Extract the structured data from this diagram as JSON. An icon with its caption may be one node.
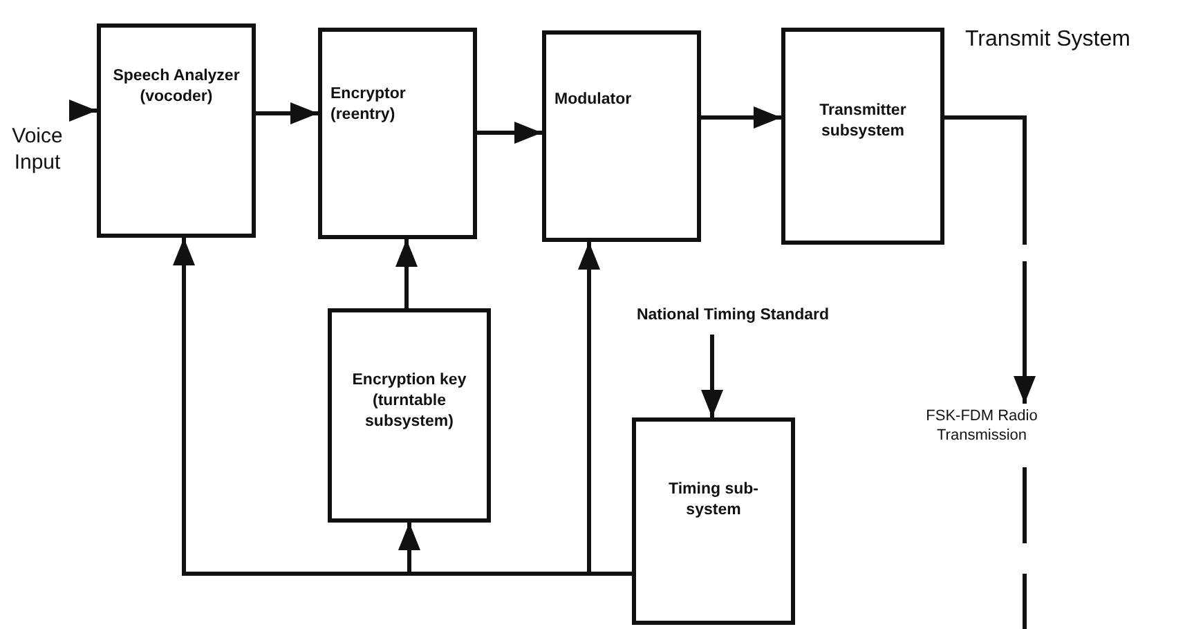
{
  "diagram": {
    "title": "Transmit System",
    "nodes": [
      {
        "text": [
          "Voice Input"
        ]
      },
      {
        "text": [
          "Speech Analyzer (vocoder)"
        ]
      },
      {
        "text": [
          "Encryptor (reentry)"
        ]
      },
      {
        "text": [
          "Modulator"
        ]
      },
      {
        "text": [
          "Transmitter subsystem"
        ]
      },
      {
        "text": [
          "Encryption key (turntable subsystem)"
        ]
      },
      {
        "text": [
          "National Timing Standard"
        ]
      },
      {
        "text": [
          "Timing sub- system"
        ]
      },
      {
        "text": [
          "FSK-FDM Radio Transmission"
        ]
      }
    ],
    "edges": [
      {
        "from": 0,
        "to": 1,
        "arrow": "to"
      },
      {
        "from": 1,
        "to": 2,
        "arrow": "to"
      },
      {
        "from": 2,
        "to": 3,
        "arrow": "to"
      },
      {
        "from": 3,
        "to": 4,
        "arrow": "to"
      },
      {
        "from": 5,
        "to": 2,
        "arrow": "to"
      },
      {
        "from": 6,
        "to": 7,
        "arrow": "to"
      },
      {
        "from": 7,
        "to": 1,
        "arrow": "to"
      },
      {
        "from": 7,
        "to": 5,
        "arrow": "to"
      },
      {
        "from": 7,
        "to": 3,
        "arrow": "to"
      },
      {
        "from": 4,
        "to": 8,
        "arrow": "to",
        "style": "dashed"
      },
      {
        "from": 8,
        "to": null,
        "arrow": "none",
        "style": "dashed"
      }
    ]
  }
}
